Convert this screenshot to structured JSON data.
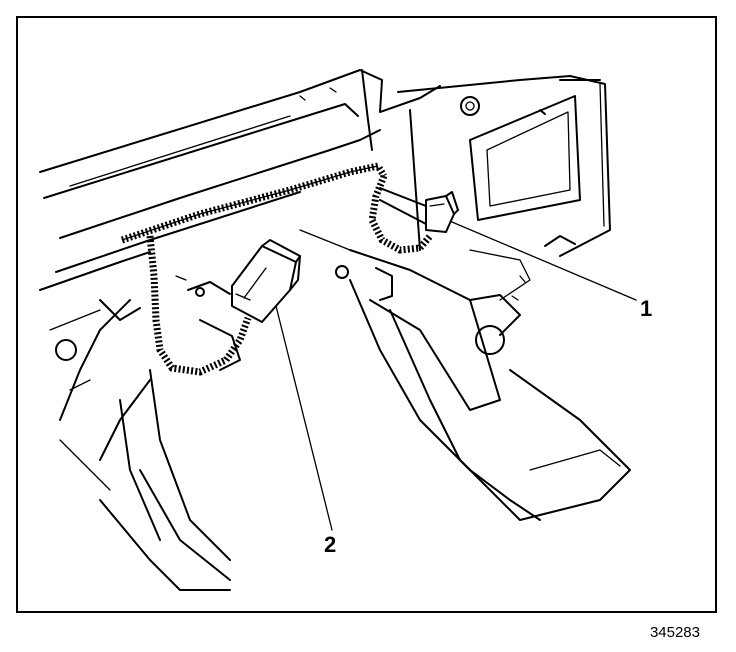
{
  "figure": {
    "callouts": [
      {
        "id": "1",
        "label": "1"
      },
      {
        "id": "2",
        "label": "2"
      }
    ],
    "figure_number": "345283"
  },
  "colors": {
    "line": "#000000",
    "background": "#ffffff"
  },
  "icons": [
    "harness-connector",
    "module-bracket",
    "wiring-harness"
  ]
}
